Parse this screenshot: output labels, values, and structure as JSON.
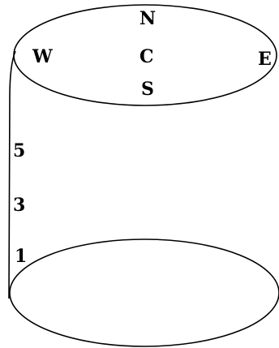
{
  "diagram": {
    "top_face_labels": {
      "north": "N",
      "west": "W",
      "center": "C",
      "east": "E",
      "south": "S"
    },
    "height_marks": [
      "5",
      "3",
      "1"
    ],
    "colors": {
      "stroke": "#000000",
      "background": "#ffffff"
    }
  }
}
